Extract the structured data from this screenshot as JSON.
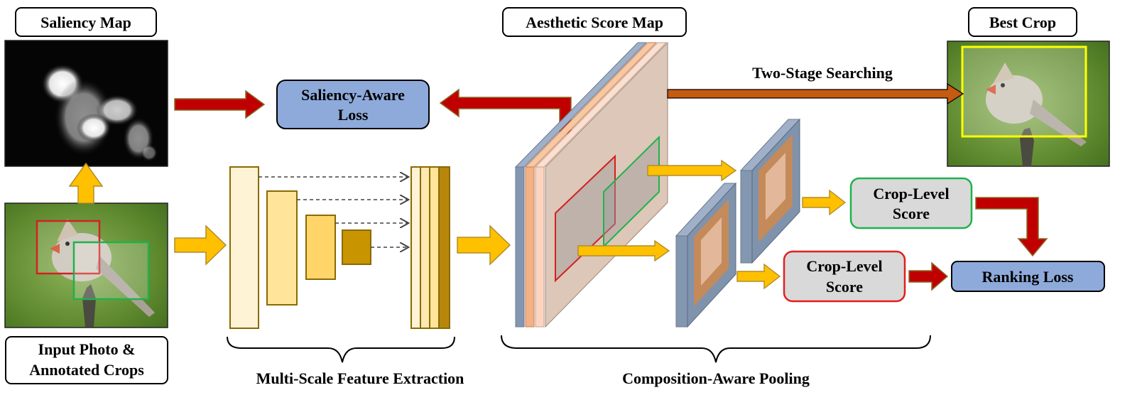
{
  "labels": {
    "saliency_map": "Saliency Map",
    "aesthetic_score_map": "Aesthetic Score Map",
    "best_crop": "Best Crop",
    "two_stage_searching": "Two-Stage Searching",
    "saliency_loss_line1": "Saliency-Aware",
    "saliency_loss_line2": "Loss",
    "input_line1": "Input Photo &",
    "input_line2": "Annotated Crops",
    "crop_score_top_line1": "Crop-Level",
    "crop_score_top_line2": "Score",
    "crop_score_bottom_line1": "Crop-Level",
    "crop_score_bottom_line2": "Score",
    "ranking_loss": "Ranking Loss",
    "multi_scale": "Multi-Scale Feature Extraction",
    "composition_pooling": "Composition-Aware Pooling"
  },
  "colors": {
    "red_arrow": "#c00000",
    "yellow_arrow": "#ffc000",
    "brown_arrow": "#c55a11",
    "blue_box": "#8eaadb",
    "gray_box": "#d9d9d9",
    "green_crop": "#1fb24a",
    "red_crop": "#d42020",
    "yellow_crop": "#ffff00"
  }
}
